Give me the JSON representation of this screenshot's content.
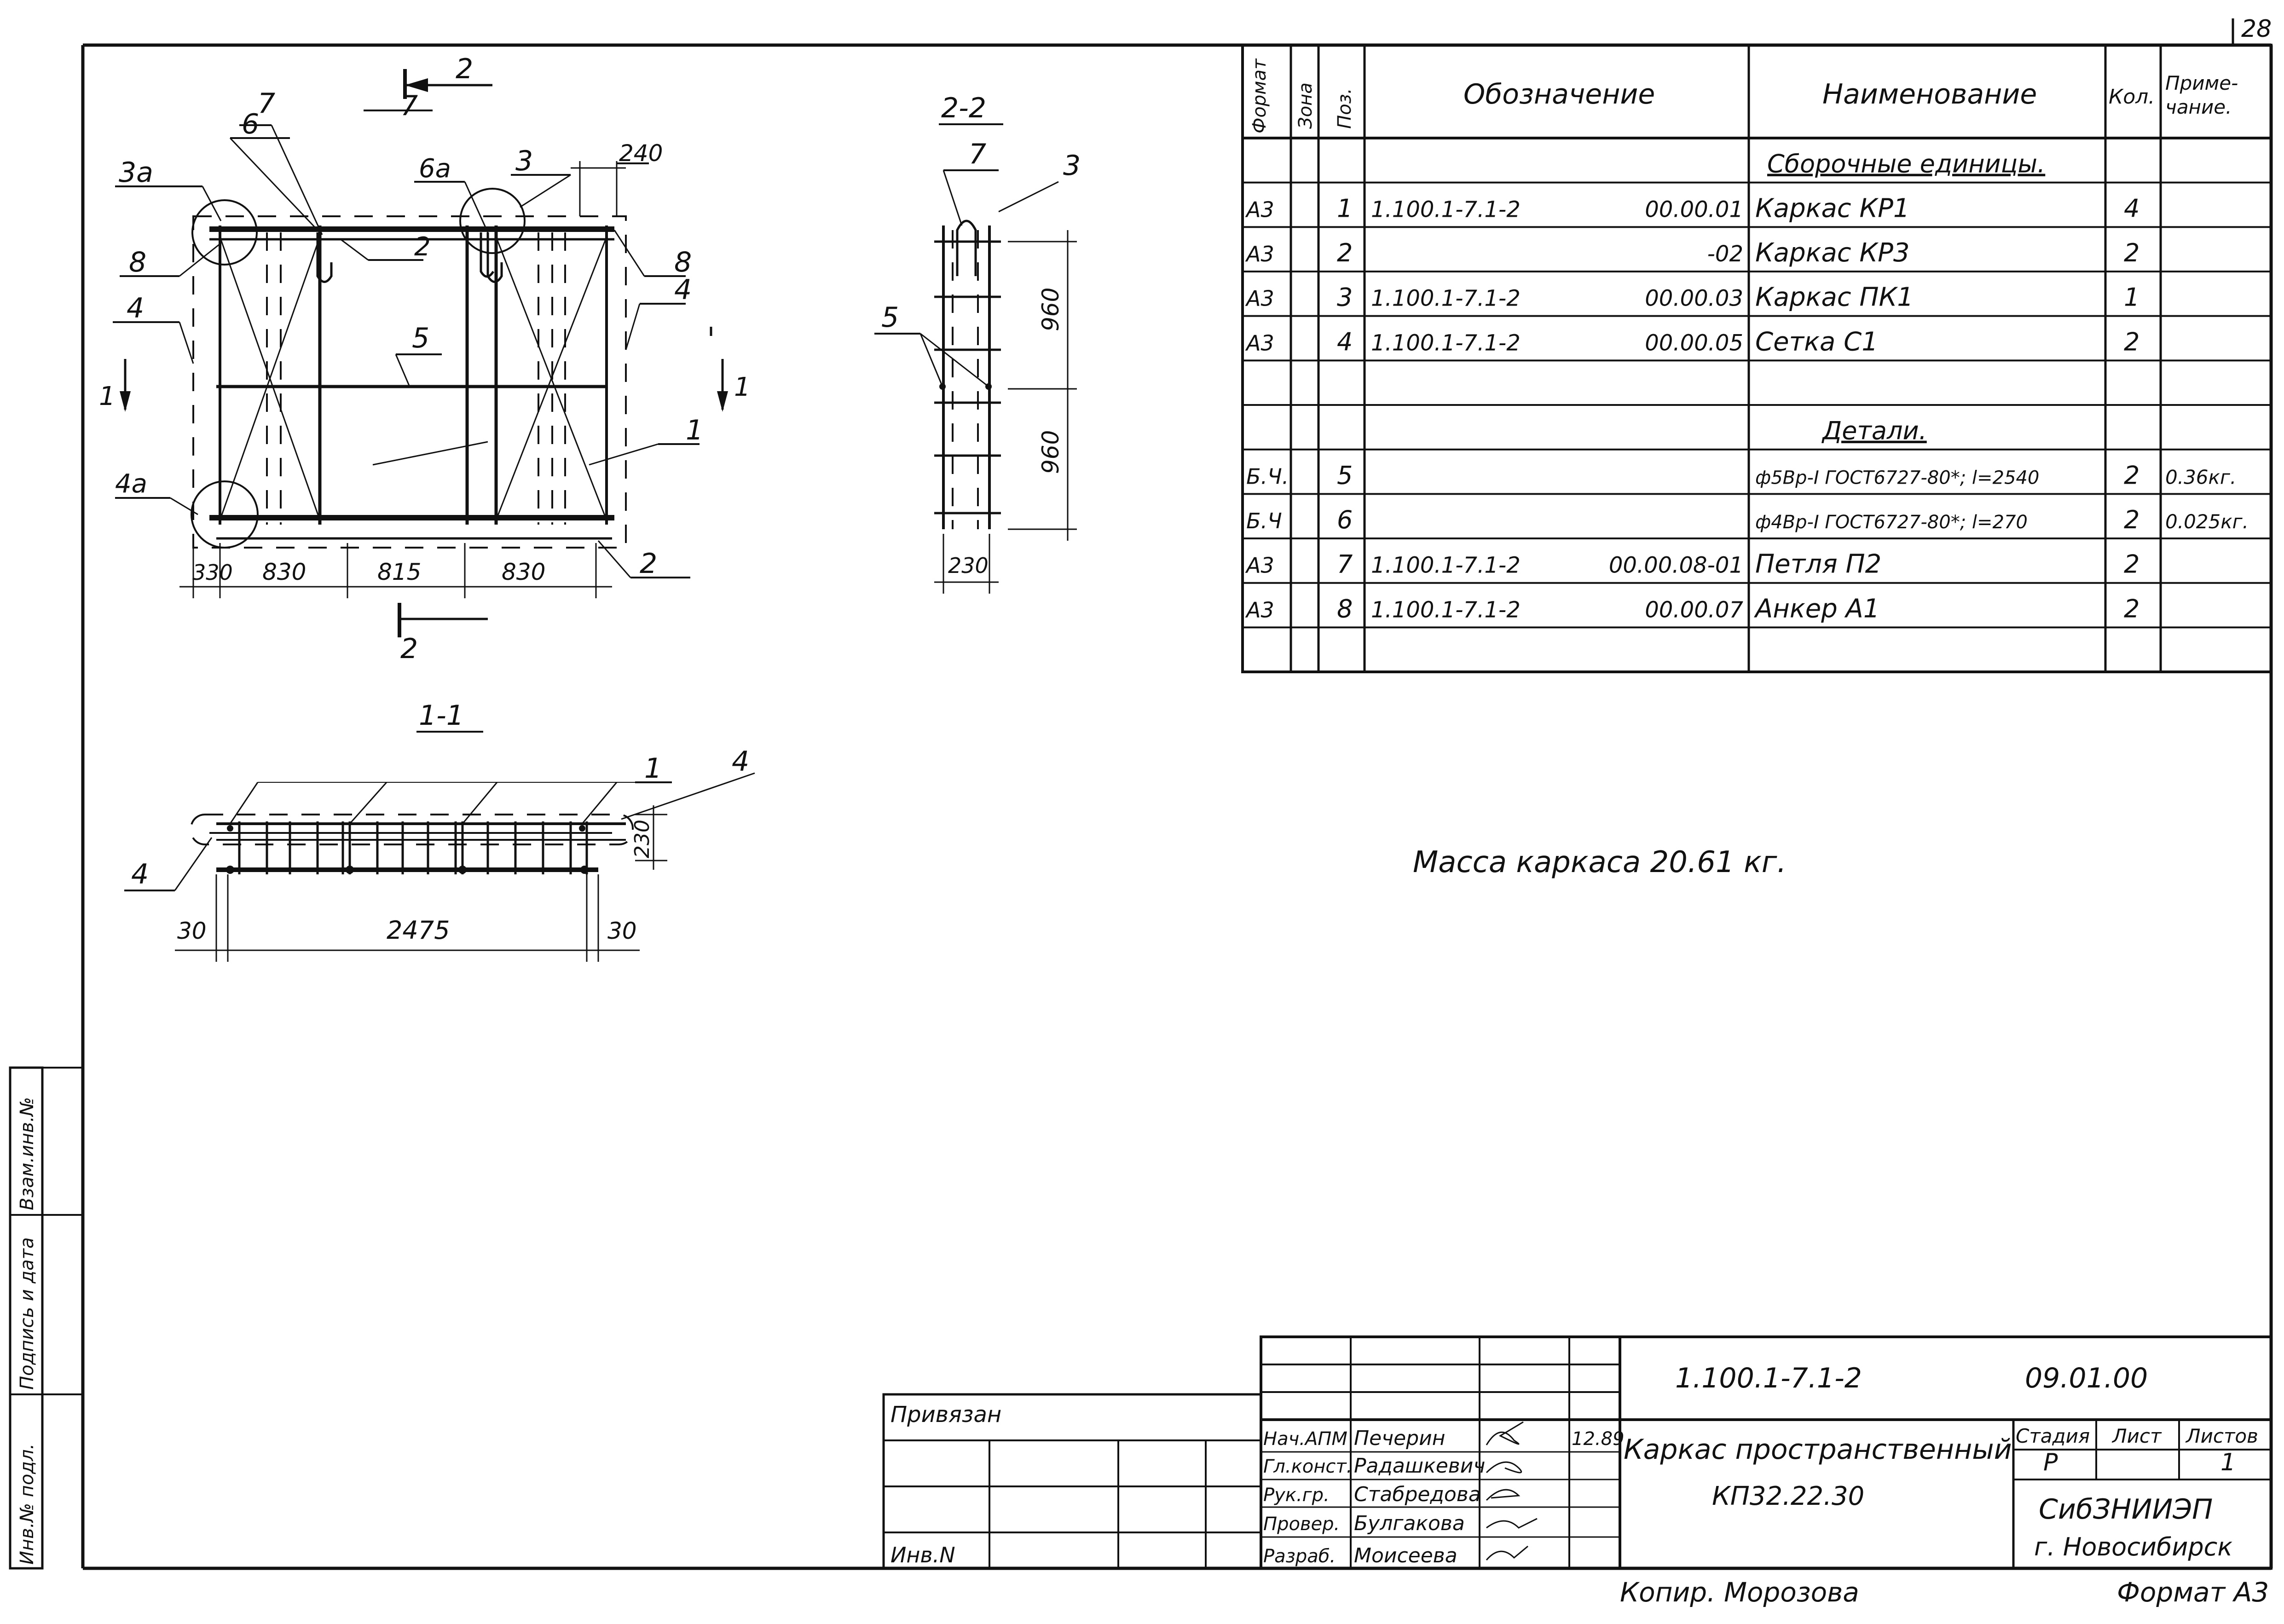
{
  "corner_number": "28",
  "views": {
    "plan": {
      "cut_mark_top": "2",
      "cut_mark_bottom": "2",
      "section_1_left": "1",
      "section_1_right": "1",
      "labels": {
        "p3a": "3a",
        "p6": "6",
        "p7a": "7",
        "p7b": "7",
        "p6a": "6a",
        "p3": "3",
        "p8l": "8",
        "p4l": "4",
        "p2t": "2",
        "p5": "5",
        "p8r": "8",
        "p4r": "4",
        "p1": "1",
        "p4a": "4a",
        "p2b": "2"
      },
      "dims": {
        "top": "240",
        "d1": "330",
        "d2": "830",
        "d3": "815",
        "d4": "830"
      }
    },
    "section_2_2": {
      "title": "2-2",
      "labels": {
        "p7": "7",
        "p3": "3",
        "p5": "5"
      },
      "dims": {
        "h1": "960",
        "h2": "960",
        "w": "230"
      }
    },
    "section_1_1": {
      "title": "1-1",
      "labels": {
        "p1": "1",
        "p4r": "4",
        "p4l": "4"
      },
      "dims": {
        "h": "230",
        "left": "30",
        "len": "2475",
        "right": "30"
      }
    }
  },
  "spec_table": {
    "headers": {
      "format": "Формат",
      "zone": "Зона",
      "pos": "Поз.",
      "designation": "Обозначение",
      "name": "Наименование",
      "qty": "Кол.",
      "note": "Приме-чание."
    },
    "rows": [
      {
        "format": "",
        "zone": "",
        "pos": "",
        "designation": "",
        "designation_suffix": "",
        "name": "Сборочные единицы.",
        "qty": "",
        "note": "",
        "type": "section"
      },
      {
        "format": "А3",
        "zone": "",
        "pos": "1",
        "designation": "1.100.1-7.1-2",
        "designation_suffix": "00.00.01",
        "name": "Каркас КР1",
        "qty": "4",
        "note": "",
        "type": "row"
      },
      {
        "format": "А3",
        "zone": "",
        "pos": "2",
        "designation": "",
        "designation_suffix": "-02",
        "name": "Каркас КР3",
        "qty": "2",
        "note": "",
        "type": "row"
      },
      {
        "format": "А3",
        "zone": "",
        "pos": "3",
        "designation": "1.100.1-7.1-2",
        "designation_suffix": "00.00.03",
        "name": "Каркас ПК1",
        "qty": "1",
        "note": "",
        "type": "row"
      },
      {
        "format": "А3",
        "zone": "",
        "pos": "4",
        "designation": "1.100.1-7.1-2",
        "designation_suffix": "00.00.05",
        "name": "Сетка С1",
        "qty": "2",
        "note": "",
        "type": "row"
      },
      {
        "format": "",
        "zone": "",
        "pos": "",
        "designation": "",
        "designation_suffix": "",
        "name": "",
        "qty": "",
        "note": "",
        "type": "row"
      },
      {
        "format": "",
        "zone": "",
        "pos": "",
        "designation": "",
        "designation_suffix": "",
        "name": "Детали.",
        "qty": "",
        "note": "",
        "type": "section"
      },
      {
        "format": "Б.Ч.",
        "zone": "",
        "pos": "5",
        "designation": "",
        "designation_suffix": "",
        "name": "ф5Вр-I ГОСТ6727-80*; l=2540",
        "qty": "2",
        "note": "0.36кг.",
        "type": "row"
      },
      {
        "format": "Б.Ч",
        "zone": "",
        "pos": "6",
        "designation": "",
        "designation_suffix": "",
        "name": "ф4Вр-I ГОСТ6727-80*; l=270",
        "qty": "2",
        "note": "0.025кг.",
        "type": "row"
      },
      {
        "format": "А3",
        "zone": "",
        "pos": "7",
        "designation": "1.100.1-7.1-2",
        "designation_suffix": "00.00.08-01",
        "name": "Петля П2",
        "qty": "2",
        "note": "",
        "type": "row"
      },
      {
        "format": "А3",
        "zone": "",
        "pos": "8",
        "designation": "1.100.1-7.1-2",
        "designation_suffix": "00.00.07",
        "name": "Анкер А1",
        "qty": "2",
        "note": "",
        "type": "row"
      },
      {
        "format": "",
        "zone": "",
        "pos": "",
        "designation": "",
        "designation_suffix": "",
        "name": "",
        "qty": "",
        "note": "",
        "type": "row"
      }
    ]
  },
  "mass_note": "Масса каркаса 20.61 кг.",
  "left_stamp": {
    "inv_podl": "Инв.№ подл.",
    "podpis_data": "Подпись и дата",
    "vzam_inv": "Взам.инв.№"
  },
  "bound_block": {
    "title": "Привязан",
    "inv": "Инв.N"
  },
  "title_block": {
    "doc_code": "1.100.1-7.1-2",
    "doc_suffix": "09.01.00",
    "roles": [
      {
        "role": "Нач.АПМ",
        "name": "Печерин",
        "date": "12.89"
      },
      {
        "role": "Гл.конст.",
        "name": "Радашкевич",
        "date": ""
      },
      {
        "role": "Рук.гр.",
        "name": "Стабредова",
        "date": ""
      },
      {
        "role": "Провер.",
        "name": "Булгакова",
        "date": ""
      },
      {
        "role": "Разраб.",
        "name": "Моисеева",
        "date": ""
      }
    ],
    "product_name": "Каркас пространственный",
    "product_code": "КП32.22.30",
    "stage_label": "Стадия",
    "sheet_label": "Лист",
    "sheets_label": "Листов",
    "stage_value": "Р",
    "sheets_value": "1",
    "org_name": "СибЗНИИЭП",
    "org_city": "г. Новосибирск"
  },
  "copied_by": "Копир. Морозова",
  "format_label": "Формат А3"
}
